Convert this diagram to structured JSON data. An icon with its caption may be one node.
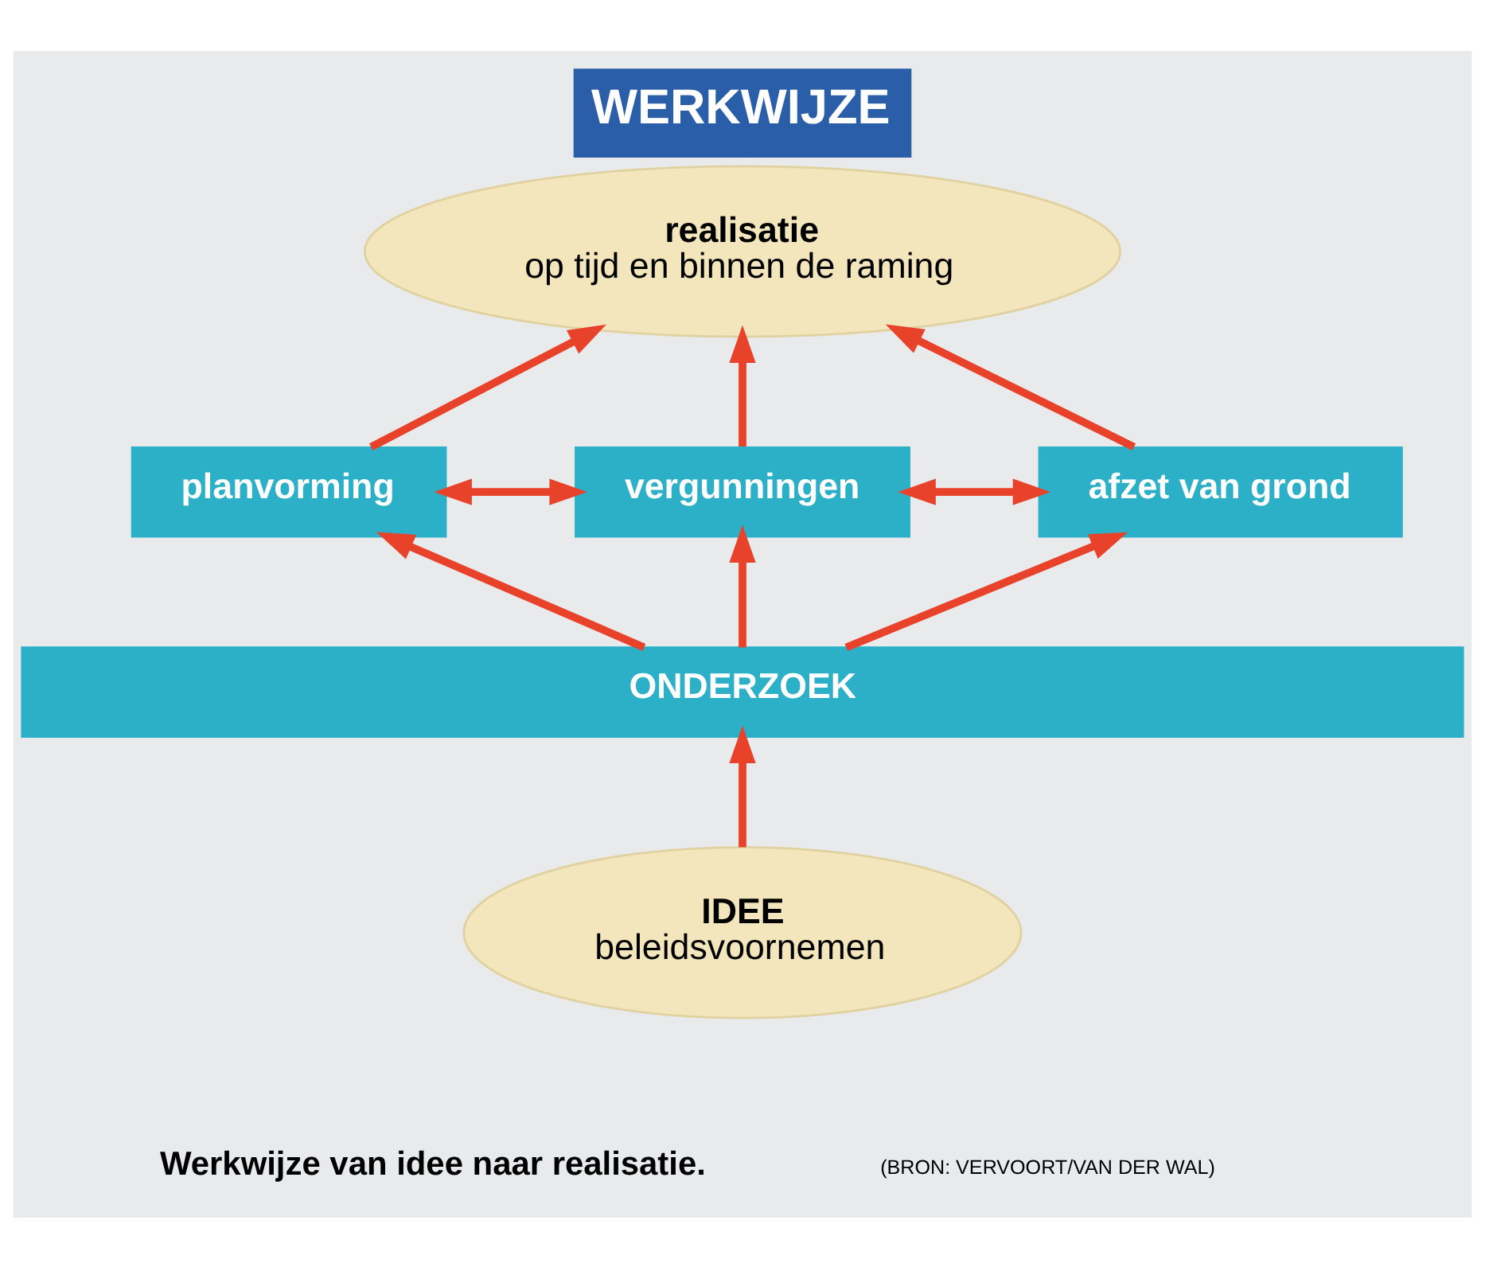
{
  "diagram": {
    "title": "WERKWIJZE",
    "caption": "Werkwijze van idee naar realisatie.",
    "nodes": [
      {
        "text": [
          "realisatie",
          "op tijd en binnen de raming"
        ]
      },
      {
        "text": [
          "planvorming"
        ]
      },
      {
        "text": [
          "vergunningen"
        ]
      },
      {
        "text": [
          "afzet van grond"
        ]
      },
      {
        "text": [
          "ONDERZOEK"
        ]
      },
      {
        "text": [
          "IDEE",
          "beleidsvoornemen"
        ]
      }
    ],
    "edges": [
      {
        "from": 5,
        "to": 4,
        "arrow": "to"
      },
      {
        "from": 4,
        "to": 1,
        "arrow": "to"
      },
      {
        "from": 4,
        "to": 2,
        "arrow": "to"
      },
      {
        "from": 4,
        "to": 3,
        "arrow": "to"
      },
      {
        "from": 1,
        "to": 2,
        "arrow": "both"
      },
      {
        "from": 2,
        "to": 3,
        "arrow": "both"
      },
      {
        "from": 1,
        "to": 0,
        "arrow": "to"
      },
      {
        "from": 2,
        "to": 0,
        "arrow": "to"
      },
      {
        "from": 3,
        "to": 0,
        "arrow": "to"
      }
    ],
    "labels": [
      "(BRON: VERVOORT/VAN DER WAL)"
    ]
  }
}
